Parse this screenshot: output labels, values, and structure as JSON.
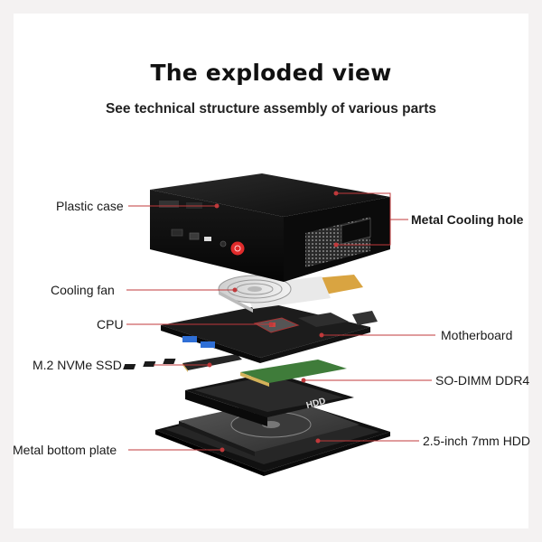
{
  "heading": {
    "title": "The exploded view",
    "subtitle": "See technical structure assembly of various parts"
  },
  "callouts": {
    "plastic_case": "Plastic case",
    "metal_cooling_hole": "Metal Cooling hole",
    "cooling_fan": "Cooling fan",
    "cpu": "CPU",
    "motherboard": "Motherboard",
    "ssd": "M.2 NVMe SSD",
    "ram": "SO-DIMM DDR4",
    "bottom_plate": "Metal bottom plate",
    "hdd": "2.5-inch 7mm HDD"
  },
  "device_text": {
    "hdd_label": "HDD"
  },
  "colors": {
    "leader_line": "#c0393b",
    "power_button": "#e02b2b",
    "heatpipe": "#d9a441",
    "pcb": "#1c1c1c",
    "ram_pcb": "#3f7c3a"
  }
}
